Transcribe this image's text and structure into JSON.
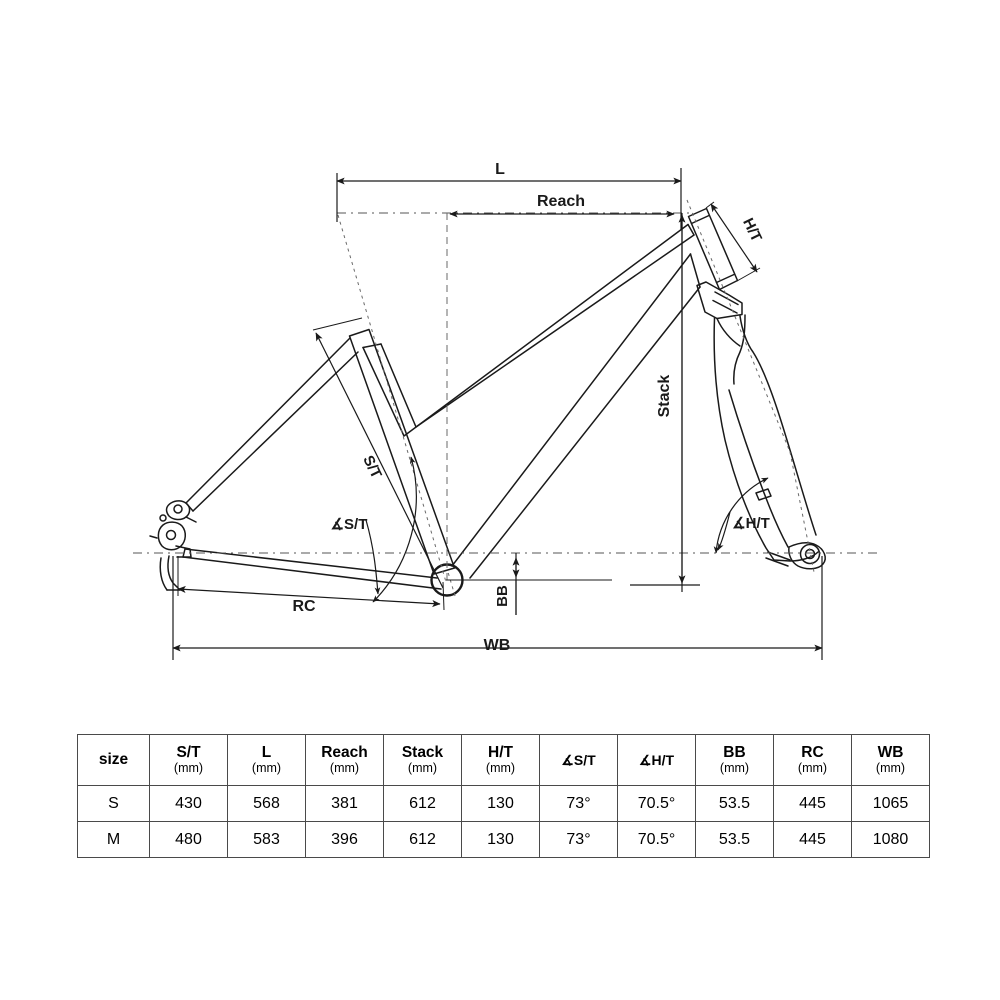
{
  "diagram": {
    "title": "Bicycle frame geometry diagram",
    "labels": {
      "l": "L",
      "reach": "Reach",
      "stack": "Stack",
      "ht": "H/T",
      "st": "S/T",
      "angle_st": "∡S/T",
      "angle_ht": "∡H/T",
      "bb": "BB",
      "rc": "RC",
      "wb": "WB"
    },
    "colors": {
      "line": "#1a1a1a",
      "dimension": "#1a1a1a",
      "centerline": "#555555",
      "background": "#ffffff"
    }
  },
  "table": {
    "columns": [
      {
        "key": "size",
        "header": "size",
        "unit": ""
      },
      {
        "key": "st",
        "header": "S/T",
        "unit": "(mm)"
      },
      {
        "key": "l",
        "header": "L",
        "unit": "(mm)"
      },
      {
        "key": "reach",
        "header": "Reach",
        "unit": "(mm)"
      },
      {
        "key": "stack",
        "header": "Stack",
        "unit": "(mm)"
      },
      {
        "key": "ht",
        "header": "H/T",
        "unit": "(mm)"
      },
      {
        "key": "ast",
        "header": "∡S/T",
        "unit": ""
      },
      {
        "key": "aht",
        "header": "∡H/T",
        "unit": ""
      },
      {
        "key": "bb",
        "header": "BB",
        "unit": "(mm)"
      },
      {
        "key": "rc",
        "header": "RC",
        "unit": "(mm)"
      },
      {
        "key": "wb",
        "header": "WB",
        "unit": "(mm)"
      }
    ],
    "rows": [
      {
        "size": "S",
        "st": "430",
        "l": "568",
        "reach": "381",
        "stack": "612",
        "ht": "130",
        "ast": "73°",
        "aht": "70.5°",
        "bb": "53.5",
        "rc": "445",
        "wb": "1065"
      },
      {
        "size": "M",
        "st": "480",
        "l": "583",
        "reach": "396",
        "stack": "612",
        "ht": "130",
        "ast": "73°",
        "aht": "70.5°",
        "bb": "53.5",
        "rc": "445",
        "wb": "1080"
      }
    ]
  }
}
